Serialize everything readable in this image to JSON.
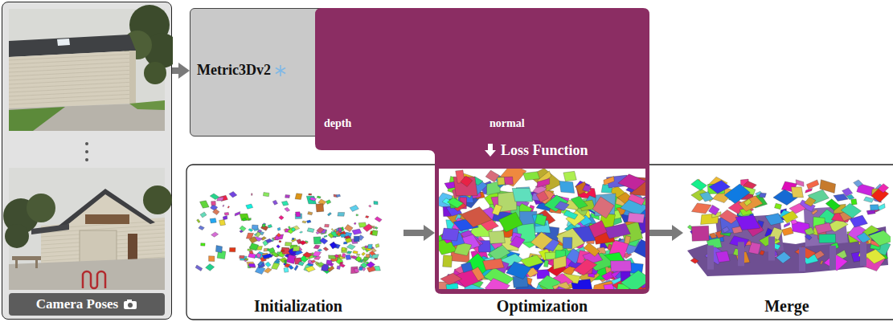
{
  "diagram": {
    "nodes": [
      {
        "text": [
          "Camera Poses"
        ]
      },
      {
        "text": [
          "Metric3Dv2"
        ]
      },
      {
        "text": [
          "Loss Function"
        ]
      },
      {
        "text": [
          "depth"
        ],
        "in": 2
      },
      {
        "text": [
          "normal"
        ],
        "in": 2
      },
      {
        "text": [
          "Initialization"
        ]
      },
      {
        "text": [
          "Optimization"
        ]
      },
      {
        "text": [
          "Merge"
        ]
      }
    ],
    "edges": [
      {
        "from": 0,
        "to": 1,
        "arrow": "to"
      },
      {
        "from": 5,
        "to": 6,
        "arrow": "to"
      },
      {
        "from": 6,
        "to": 7,
        "arrow": "to"
      }
    ]
  }
}
